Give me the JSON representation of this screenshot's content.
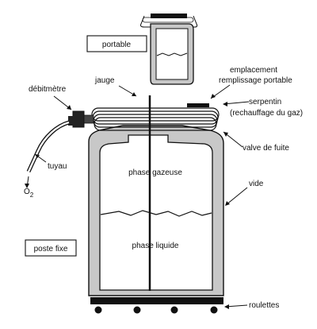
{
  "diagram": {
    "labels": {
      "portable": "portable",
      "jauge": "jauge",
      "debitmetre": "débitmètre",
      "emplacement_line1": "emplacement",
      "emplacement_line2": "remplissage portable",
      "serpentin_line1": "serpentin",
      "serpentin_line2": "(rechauffage du gaz)",
      "tuyau": "tuyau",
      "o2_main": "O",
      "o2_sub": "2",
      "valve_de_fuite": "valve de fuite",
      "vide": "vide",
      "phase_gazeuse": "phase gazeuse",
      "phase_liquide": "phase liquide",
      "poste_fixe": "poste fixe",
      "roulettes": "roulettes"
    },
    "colors": {
      "wall_fill": "#c8c8c8",
      "stroke": "#111111",
      "background": "#ffffff",
      "device": "#222222"
    }
  }
}
